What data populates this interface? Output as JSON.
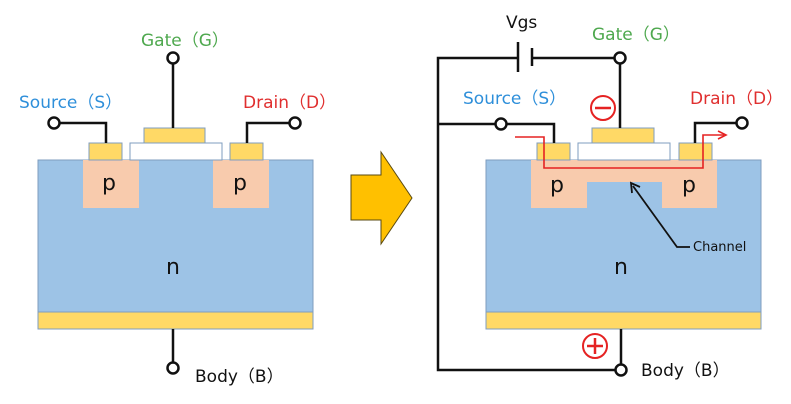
{
  "colors": {
    "n_region": "#9DC3E6",
    "p_region": "#F8CBAD",
    "metal": "#FFD966",
    "oxide": "#FFFFFF",
    "outline": "#7F9DBF",
    "wire": "#111111",
    "arrow_fill": "#FFC000",
    "arrow_stroke": "#5A4A10",
    "source_label": "#2E8FDA",
    "gate_label": "#4EA84E",
    "drain_label": "#E02F2F",
    "current_path": "#E52222",
    "charge_sign": "#E52222"
  },
  "left_device": {
    "gate_label": "Gate（G）",
    "source_label": "Source（S）",
    "drain_label": "Drain（D）",
    "body_label": "Body（B）",
    "p_left": "p",
    "p_right": "p",
    "substrate": "n"
  },
  "transition_arrow": "right-arrow",
  "right_device": {
    "vgs_label": "Vgs",
    "gate_label": "Gate（G）",
    "source_label": "Source（S）",
    "drain_label": "Drain（D）",
    "body_label": "Body（B）",
    "p_left": "p",
    "p_right": "p",
    "substrate": "n",
    "channel_label": "Channel",
    "gate_charge": "minus",
    "body_charge": "plus"
  }
}
